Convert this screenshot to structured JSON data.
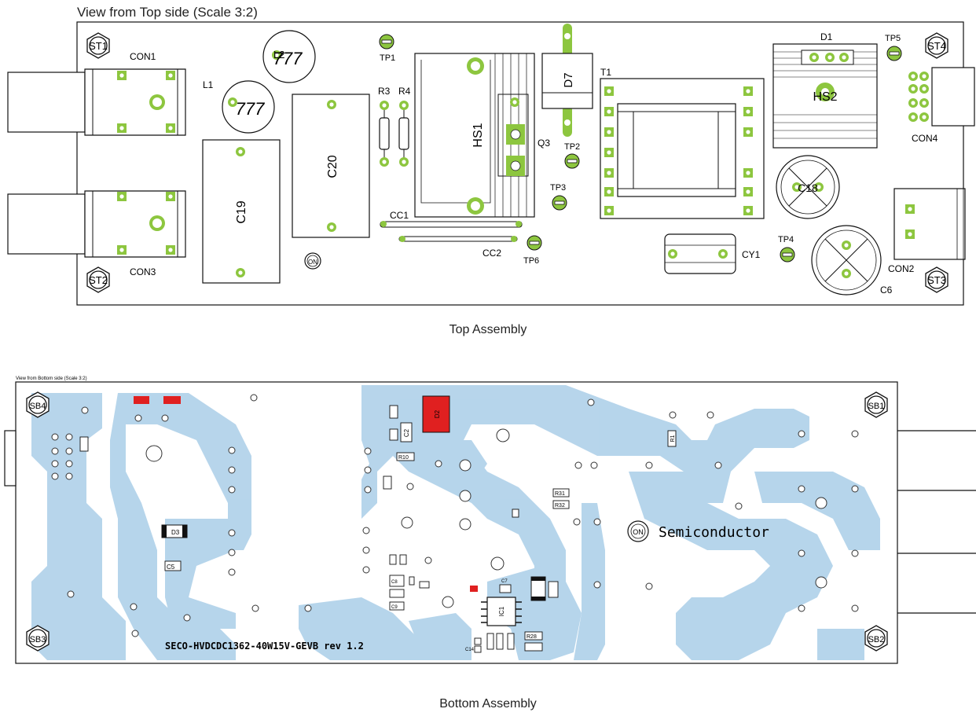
{
  "top": {
    "title": "View from Top side (Scale 3:2)",
    "caption": "Top Assembly",
    "labels": {
      "st1": "ST1",
      "st2": "ST2",
      "st3": "ST3",
      "st4": "ST4",
      "con1": "CON1",
      "con2": "CON2",
      "con3": "CON3",
      "con4": "CON4",
      "l1": "L1",
      "l2": "L2",
      "l2_mark": "777",
      "l1_mark": "777",
      "c19": "C19",
      "c20": "C20",
      "r3": "R3",
      "r4": "R4",
      "tp1": "TP1",
      "tp2": "TP2",
      "tp3": "TP3",
      "tp4": "TP4",
      "tp5": "TP5",
      "tp6": "TP6",
      "hs1": "HS1",
      "hs2": "HS2",
      "q3": "Q3",
      "d7": "D7",
      "d1": "D1",
      "t1": "T1",
      "cc1": "CC1",
      "cc2": "CC2",
      "cy1": "CY1",
      "c18": "C18",
      "c6": "C6"
    }
  },
  "bottom": {
    "title": "View from Bottom side (Scale 3:2)",
    "caption": "Bottom Assembly",
    "board_text": "SECO-HVDCDC1362-40W15V-GEVB rev 1.2",
    "logo_text": "Semiconductor",
    "labels": {
      "sb1": "SB1",
      "sb2": "SB2",
      "sb3": "SB3",
      "sb4": "SB4",
      "d3": "D3",
      "c5": "C5",
      "d2": "D2",
      "c2": "C2",
      "r1": "R1",
      "r10": "R10",
      "r31": "R31",
      "r32": "R32",
      "c8": "C8",
      "c9": "C9",
      "c7": "C7",
      "c14": "C14",
      "r28": "R28",
      "ic1": "IC1"
    }
  },
  "colors": {
    "pad_green": "#8dc63f",
    "outline": "#111111",
    "copper_blue": "#b3d3ea",
    "smd_red": "#e02020"
  }
}
